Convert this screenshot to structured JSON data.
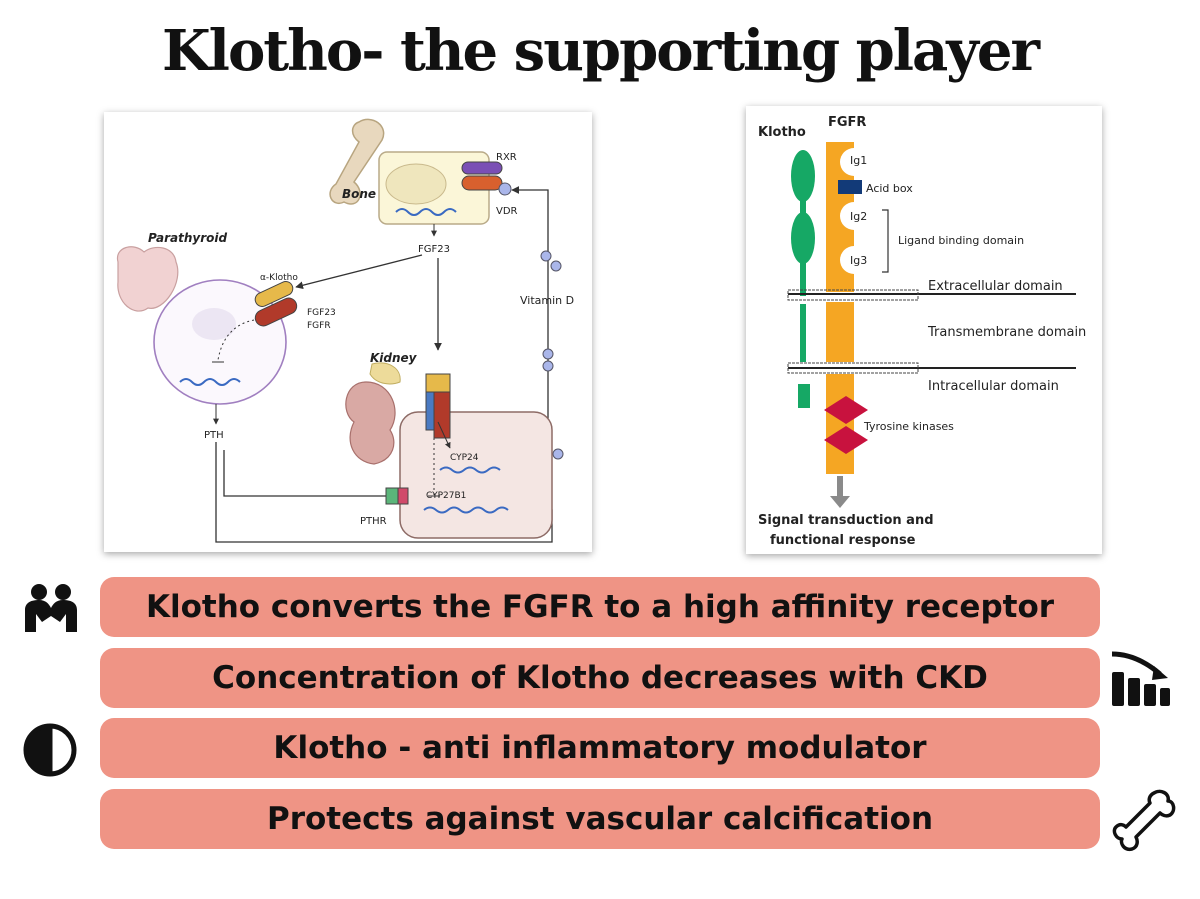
{
  "slide": {
    "title": "Klotho- the supporting player"
  },
  "left_figure": {
    "bone": "Bone",
    "rxr": "RXR",
    "vdr": "VDR",
    "fgf23_top": "FGF23",
    "parathyroid": "Parathyroid",
    "alpha_klotho": "α-Klotho",
    "fgf23_receptor": "FGF23",
    "fgfr": "FGFR",
    "vitamin_d": "Vitamin D",
    "kidney": "Kidney",
    "pth": "PTH",
    "cyp24": "CYP24",
    "cyp27b1": "CYP27B1",
    "pthr": "PTHR"
  },
  "right_figure": {
    "klotho": "Klotho",
    "fgfr": "FGFR",
    "ig1": "Ig1",
    "acid_box": "Acid box",
    "ig2": "Ig2",
    "ig3": "Ig3",
    "ligand_binding": "Ligand binding domain",
    "extracellular": "Extracellular domain",
    "transmembrane": "Transmembrane domain",
    "intracellular": "Intracellular domain",
    "tyrosine_kinases": "Tyrosine kinases",
    "signal_line1": "Signal transduction and",
    "signal_line2": "functional response"
  },
  "points": [
    {
      "text": "Klotho converts the FGFR to a high affinity receptor",
      "icon": "people-icon"
    },
    {
      "text": "Concentration of Klotho decreases with CKD",
      "icon": "decline-chart-icon"
    },
    {
      "text": "Klotho - anti inflammatory modulator",
      "icon": "modulator-icon"
    },
    {
      "text": "Protects against vascular calcification",
      "icon": "bone-icon"
    }
  ],
  "colors": {
    "bar": "#ef9485",
    "fgfr_orange": "#f5a623",
    "klotho_green": "#16a865",
    "acid_box": "#123a78",
    "kinase": "#c8123e"
  }
}
